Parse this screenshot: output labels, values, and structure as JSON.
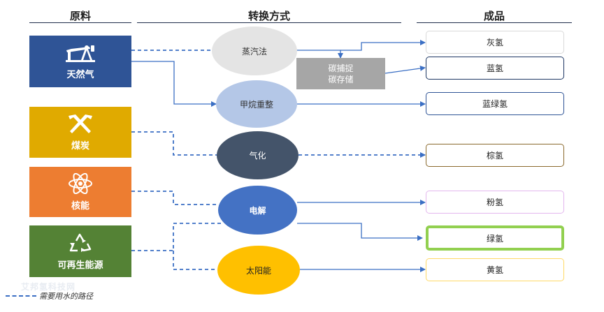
{
  "headers": {
    "raw": "原料",
    "method": "转换方式",
    "product": "成品"
  },
  "sources": {
    "gas": {
      "label": "天然气",
      "color": "#2f5496",
      "icon": "oil-pump-icon"
    },
    "coal": {
      "label": "煤炭",
      "color": "#e0aa00",
      "icon": "tools-icon"
    },
    "nuclear": {
      "label": "核能",
      "color": "#ed7d31",
      "icon": "atom-icon"
    },
    "renewable": {
      "label": "可再生能源",
      "color": "#548235",
      "icon": "recycle-icon"
    }
  },
  "methods": {
    "steam": "蒸汽法",
    "smr": "甲烷重整",
    "gasify": "气化",
    "electrolysis": "电解",
    "solar": "太阳能"
  },
  "ccs": {
    "line1": "碳捕捉",
    "line2": "碳存储"
  },
  "products": {
    "grey": "灰氢",
    "blue1": "蓝氢",
    "blue_green": "蓝绿氢",
    "brown": "棕氢",
    "pink": "粉氢",
    "green": "绿氢",
    "yellow": "黄氢"
  },
  "legend": {
    "label": "需要用水的路径"
  },
  "watermark": "艾邦氢科技网"
}
